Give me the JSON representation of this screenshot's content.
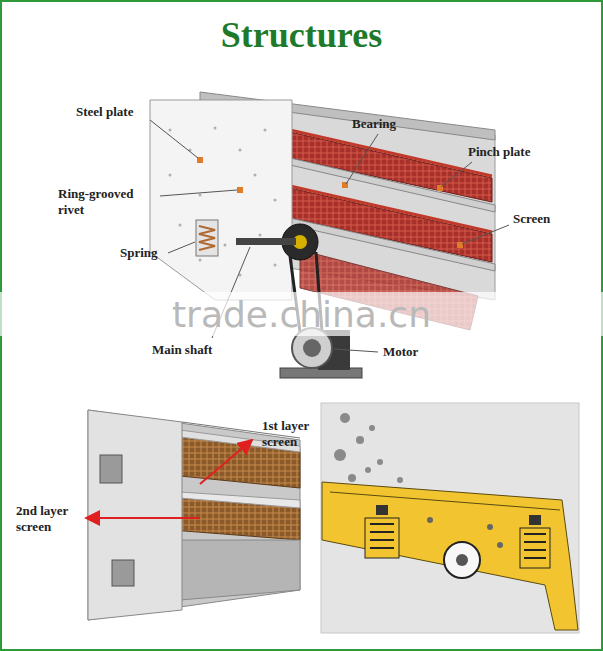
{
  "diagram": {
    "title": "Structures",
    "labels": [
      "Steel plate",
      "Bearing",
      "Pinch plate",
      "Ring-grooved rivet",
      "Screen",
      "Spring",
      "trade.china.cn",
      "Main shaft",
      "Motor",
      "1st layer screen",
      "2nd layer screen"
    ]
  }
}
